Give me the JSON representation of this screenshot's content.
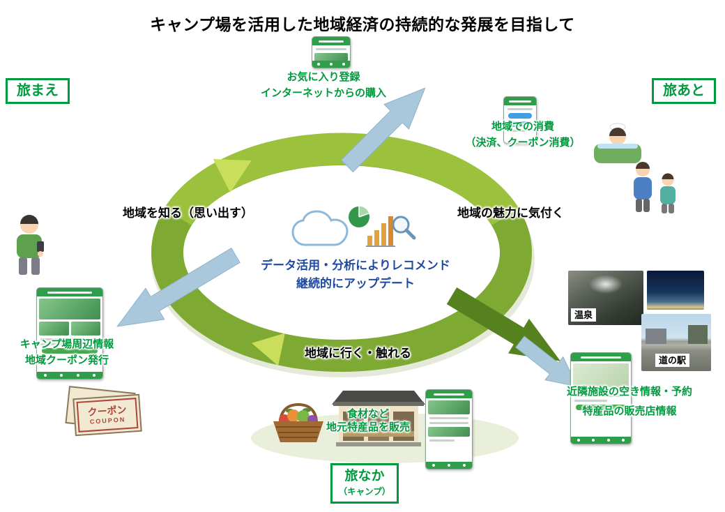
{
  "title": "キャンプ場を活用した地域経済の持続的な発展を目指して",
  "stages": {
    "before": "旅まえ",
    "after": "旅あと",
    "during": "旅なか",
    "during_sub": "（キャンプ）"
  },
  "cycle": {
    "know": "地域を知る（思い出す）",
    "notice": "地域の魅力に気付く",
    "visit": "地域に行く・触れる",
    "center_line1": "データ活用・分析によりレコメンド",
    "center_line2": "継続的にアップデート"
  },
  "callouts": {
    "favorites": {
      "line1": "お気に入り登録",
      "line2": "インターネットからの購入"
    },
    "consumption": {
      "line1": "地域での消費",
      "line2": "（決済、クーポン消費）"
    },
    "coupon_info": {
      "line1": "キャンプ場周辺情報",
      "line2": "地域クーポン発行"
    },
    "facilities": {
      "line1": "近隣施設の空き情報・予約",
      "line2": "特産品の販売店情報"
    },
    "local_goods": {
      "line1": "食材など",
      "line2": "地元特産品を販売"
    }
  },
  "photo_labels": {
    "onsen": "温泉",
    "michinoeki": "道の駅"
  },
  "coupon": {
    "jp": "クーポン",
    "en": "COUPON"
  },
  "icons": {
    "center": [
      "cloud-icon",
      "pie-chart-icon",
      "bar-chart-icon",
      "magnifier-icon"
    ]
  },
  "colors": {
    "accent_green": "#009a3e",
    "ring_green": "#7ea933",
    "ring_light_green": "#9cc13d",
    "ring_chevron": "#c9de5b",
    "dark_green_arrow": "#55821e",
    "arrow_blue": "#aac8dc",
    "center_text_blue": "#1f4aa0",
    "coupon_red": "#b0433a"
  }
}
